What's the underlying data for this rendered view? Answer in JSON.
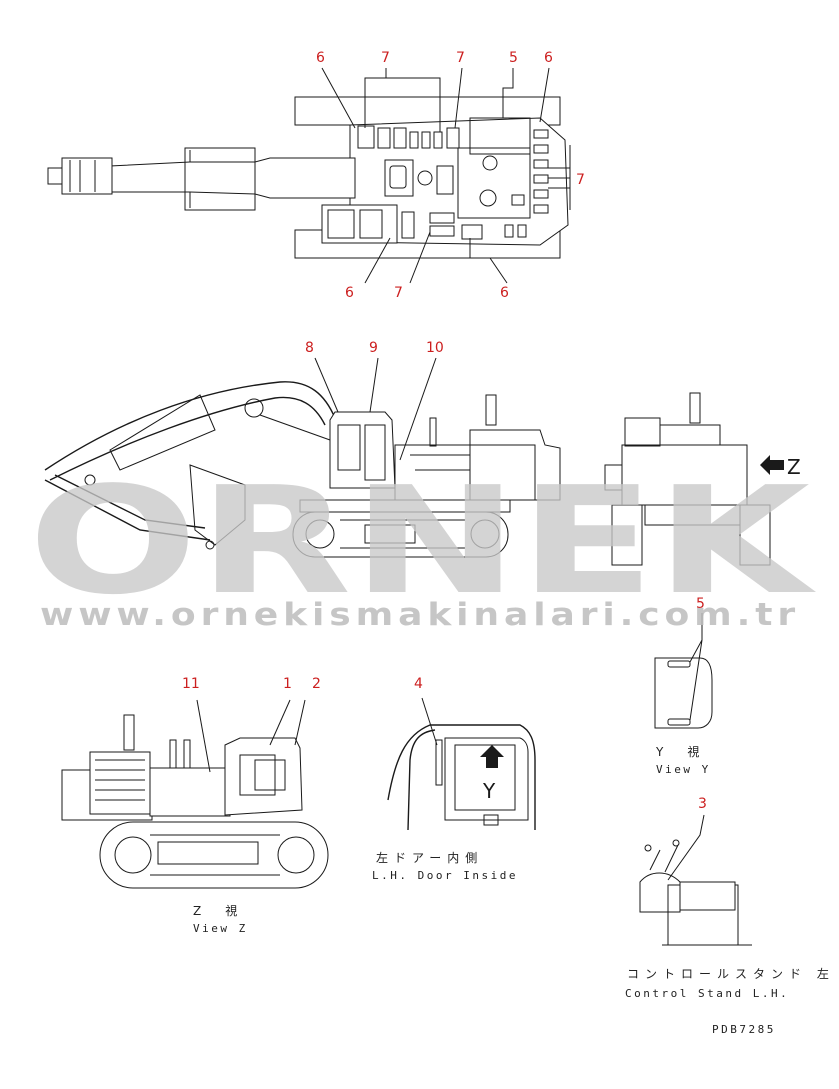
{
  "watermark": {
    "brand": "ORNEK",
    "url": "www.ornekismakinalari.com.tr",
    "color": "#c9c9c9"
  },
  "callout_color": "#cc1f1f",
  "callouts": {
    "top_6a": "6",
    "top_7a": "7",
    "top_7b": "7",
    "top_5": "5",
    "top_6b": "6",
    "top_7_right": "7",
    "top_6_bottom_left": "6",
    "top_7_bottom": "7",
    "top_6_bottom_right": "6",
    "side_8": "8",
    "side_9": "9",
    "side_10": "10",
    "z_11": "11",
    "z_1": "1",
    "z_2": "2",
    "door_4": "4",
    "viewy_5": "5",
    "stand_3": "3"
  },
  "labels": {
    "z_arrow": "Z",
    "y_marker": "Y",
    "view_y_jp": "Y　視",
    "view_y_en": "View Y",
    "view_z_jp": "Z　視",
    "view_z_en": "View Z",
    "door_jp": "左ドアー内側",
    "door_en": "L.H. Door Inside",
    "stand_jp": "コントロールスタンド 左",
    "stand_en": "Control Stand L.H.",
    "drawing_no": "PDB7285"
  }
}
